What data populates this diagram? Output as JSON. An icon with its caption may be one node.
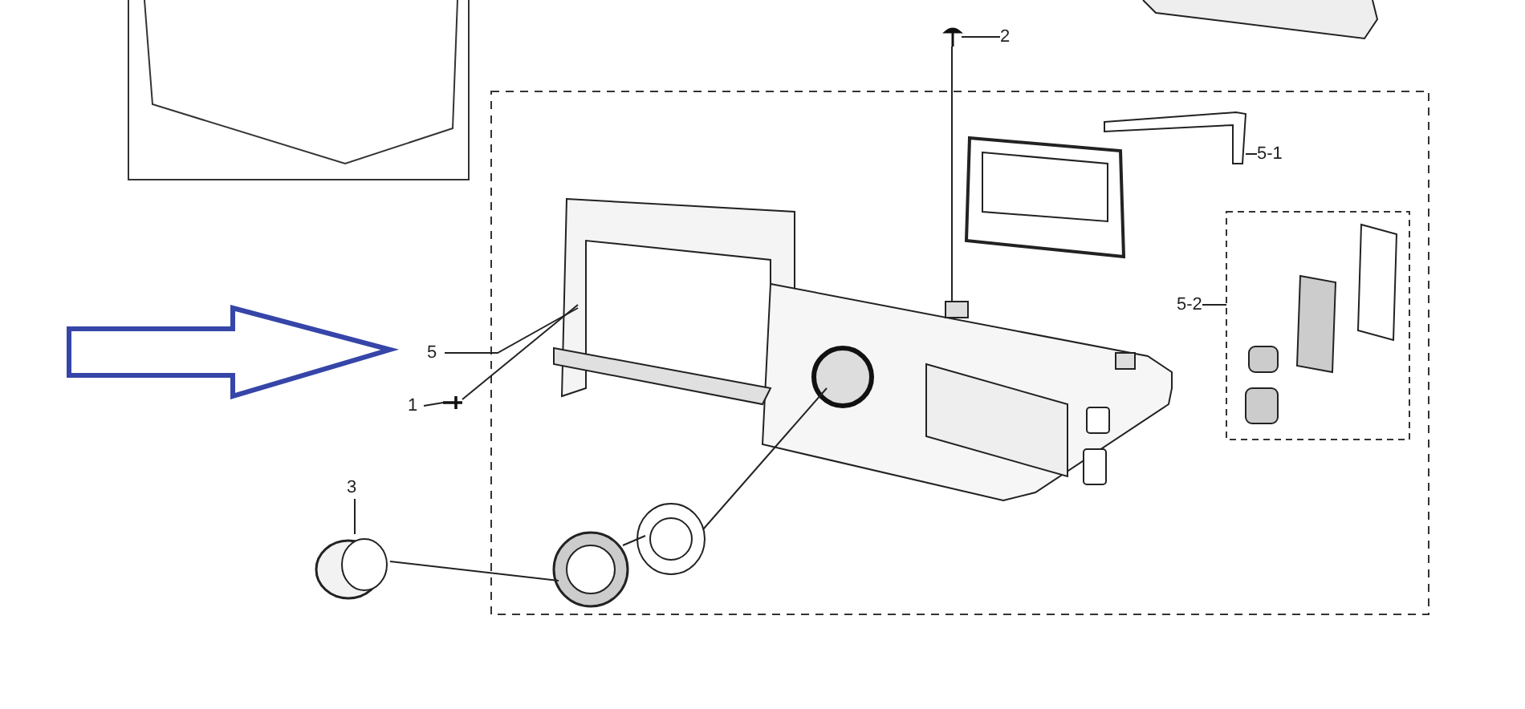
{
  "diagram": {
    "nodes": [
      {
        "text": [
          "2"
        ]
      },
      {
        "text": [],
        "shape": "picture"
      },
      {
        "text": [
          "5-1"
        ]
      },
      {
        "text": [],
        "shape": "picture"
      },
      {
        "text": [
          "5-2"
        ]
      },
      {
        "text": [],
        "shape": "box"
      },
      {
        "text": [
          "5"
        ]
      },
      {
        "text": [],
        "shape": "picture"
      },
      {
        "text": [
          "1"
        ]
      },
      {
        "text": [],
        "shape": "picture"
      },
      {
        "text": [
          "3"
        ]
      },
      {
        "text": [],
        "shape": "picture"
      },
      {
        "text": [],
        "shape": "picture"
      },
      {
        "text": [],
        "shape": "picture"
      }
    ],
    "edges": [
      {
        "from": 0,
        "to": 1,
        "arrow": "none"
      },
      {
        "from": 1,
        "to": 7,
        "arrow": "none"
      },
      {
        "from": 2,
        "to": 3,
        "arrow": "none"
      },
      {
        "from": 4,
        "to": 5,
        "arrow": "none"
      },
      {
        "from": 6,
        "to": 7,
        "arrow": "none"
      },
      {
        "from": 8,
        "to": 9,
        "arrow": "none"
      },
      {
        "from": 9,
        "to": 7,
        "arrow": "none"
      },
      {
        "from": 10,
        "to": 11,
        "arrow": "none"
      },
      {
        "from": 11,
        "to": 12,
        "arrow": "none"
      },
      {
        "from": 12,
        "to": 13,
        "arrow": "none"
      },
      {
        "from": 13,
        "to": 7,
        "arrow": "none"
      }
    ]
  }
}
